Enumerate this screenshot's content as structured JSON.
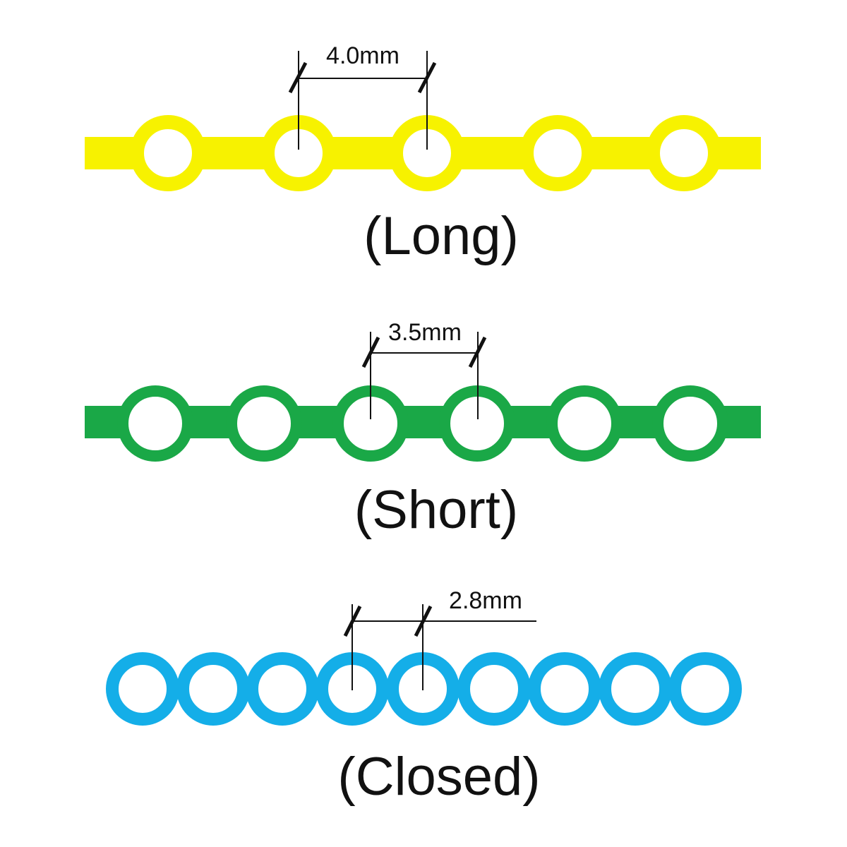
{
  "chains": [
    {
      "id": "long",
      "caption": "(Long)",
      "spacing_label": "4.0mm",
      "color": "#f7f200",
      "ring_count": 5,
      "has_band": true
    },
    {
      "id": "short",
      "caption": "(Short)",
      "spacing_label": "3.5mm",
      "color": "#1aa847",
      "ring_count": 6,
      "has_band": true
    },
    {
      "id": "closed",
      "caption": "(Closed)",
      "spacing_label": "2.8mm",
      "color": "#14aee8",
      "ring_count": 9,
      "has_band": false
    }
  ]
}
